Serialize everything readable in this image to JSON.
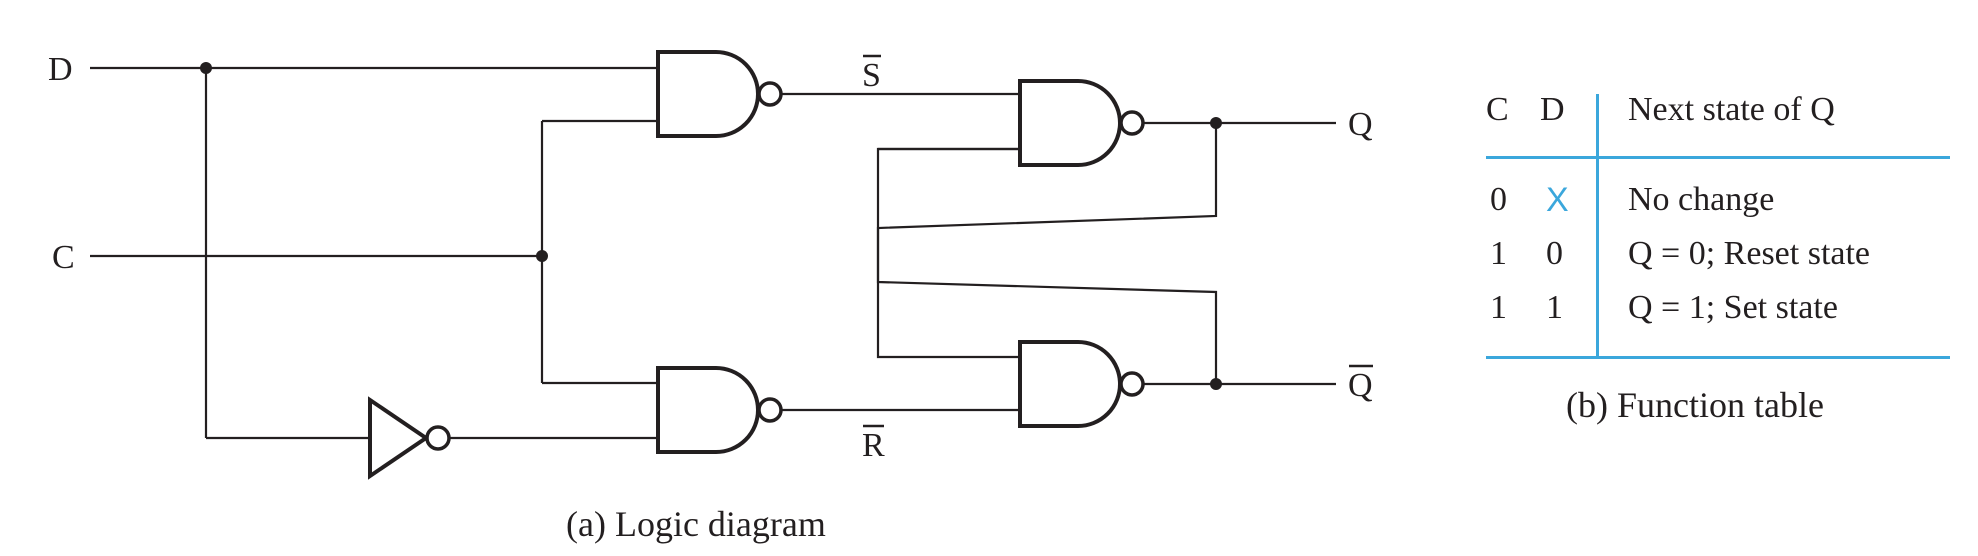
{
  "logic_diagram": {
    "caption": "(a) Logic diagram",
    "inputs": {
      "d": "D",
      "c": "C"
    },
    "outputs": {
      "q": "Q",
      "q_bar": "Q"
    },
    "internal_signals": {
      "s_bar": "S",
      "r_bar": "R"
    }
  },
  "function_table": {
    "caption": "(b) Function table",
    "headers": {
      "c": "C",
      "d": "D",
      "next": "Next state of Q"
    },
    "rows": [
      {
        "c": "0",
        "d": "X",
        "next": "No change"
      },
      {
        "c": "1",
        "d": "0",
        "next": "Q = 0; Reset state"
      },
      {
        "c": "1",
        "d": "1",
        "next": "Q = 1; Set state"
      }
    ],
    "accent_color": "#3ba7dc",
    "dont_care_color": "#3ba7dc"
  }
}
